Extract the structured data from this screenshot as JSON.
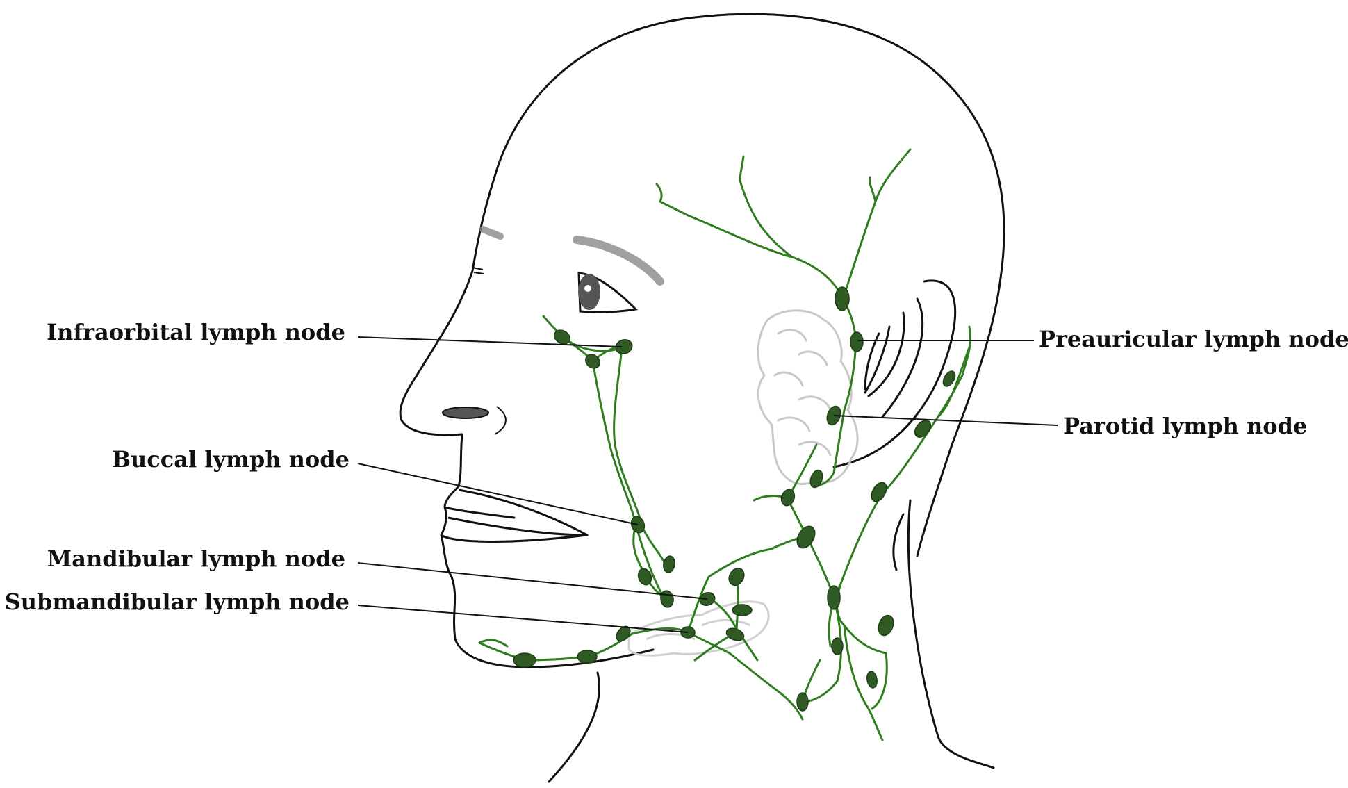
{
  "labels": {
    "infraorbital": "Infraorbital lymph node",
    "buccal": "Buccal lymph node",
    "mandibular": "Mandibular lymph node",
    "submandibular": "Submandibular lymph node",
    "preauricular": "Preauricular lymph node",
    "parotid": "Parotid lymph node"
  },
  "colors": {
    "outline": "#111111",
    "lymph_vessel": "#2e7d1e",
    "lymph_node": "#2f5a24",
    "gland": "#c8c8c8",
    "leader_line": "#111111"
  }
}
